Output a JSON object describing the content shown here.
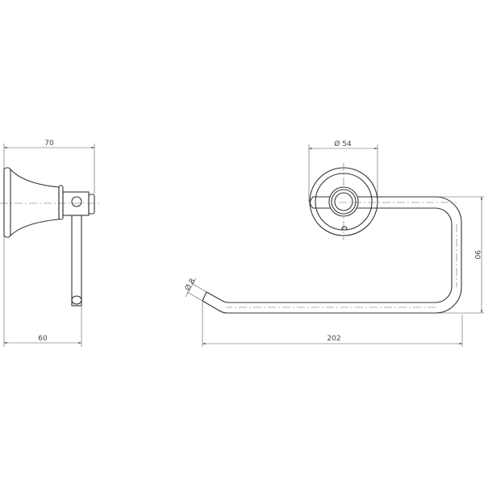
{
  "side_view": {
    "dim_top": "70",
    "dim_bottom": "60"
  },
  "front_view": {
    "dim_rosette": "Ø 54",
    "dim_tube": "Ø 8",
    "dim_height": "90",
    "dim_width": "202"
  },
  "colors": {
    "line": "#333333",
    "background": "#ffffff"
  }
}
